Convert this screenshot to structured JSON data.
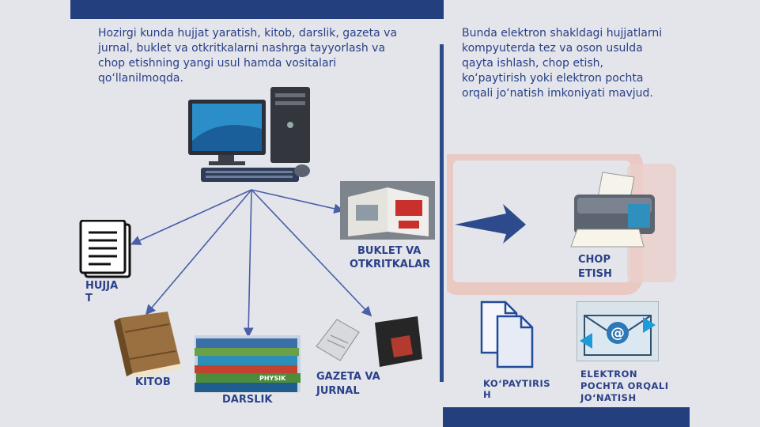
{
  "left_text": "Hozirgi kunda hujjat yaratish, kitob, darslik, gazeta va jurnal, buklet va otkritkalarni nashrga tayyorlash va chop  etishning yangi usul hamda vositalari qo‘llanilmoqda.",
  "right_text": "Bunda elektron shakldagi hujjatlarni  kompyuterda tez va oson usulda qayta  ishlash, chop etish, ko‘paytirish yoki  elektron pochta orqali jo‘natish  imkoniyati mavjud.",
  "labels": {
    "hujjat_1": "HUJJA",
    "hujjat_2": "T",
    "kitob": "KITOB",
    "darslik": "DARSLIK",
    "gazeta_1": "GAZETA VA",
    "gazeta_2": "JURNAL",
    "buklet_1": "BUKLET VA",
    "buklet_2": "OTKRITKALAR",
    "chop_1": "CHOP",
    "chop_2": "ETISH",
    "kop_1": "KO‘PAYTIRIS",
    "kop_2": "H",
    "email_1": "ELEKTRON",
    "email_2": "POCHTA  ORQALI",
    "email_3": "JO‘NATISH"
  },
  "book_spine_text": "PHYSIK",
  "colors": {
    "bar": "#233f7e",
    "text": "#283f88",
    "arrow": "#4a5fa8"
  },
  "icons": [
    "computer-icon",
    "document-icon",
    "book-icon",
    "textbooks-icon",
    "newspaper-icon",
    "booklet-icon",
    "printer-icon",
    "copy-icon",
    "email-icon",
    "arrow-right-icon"
  ]
}
